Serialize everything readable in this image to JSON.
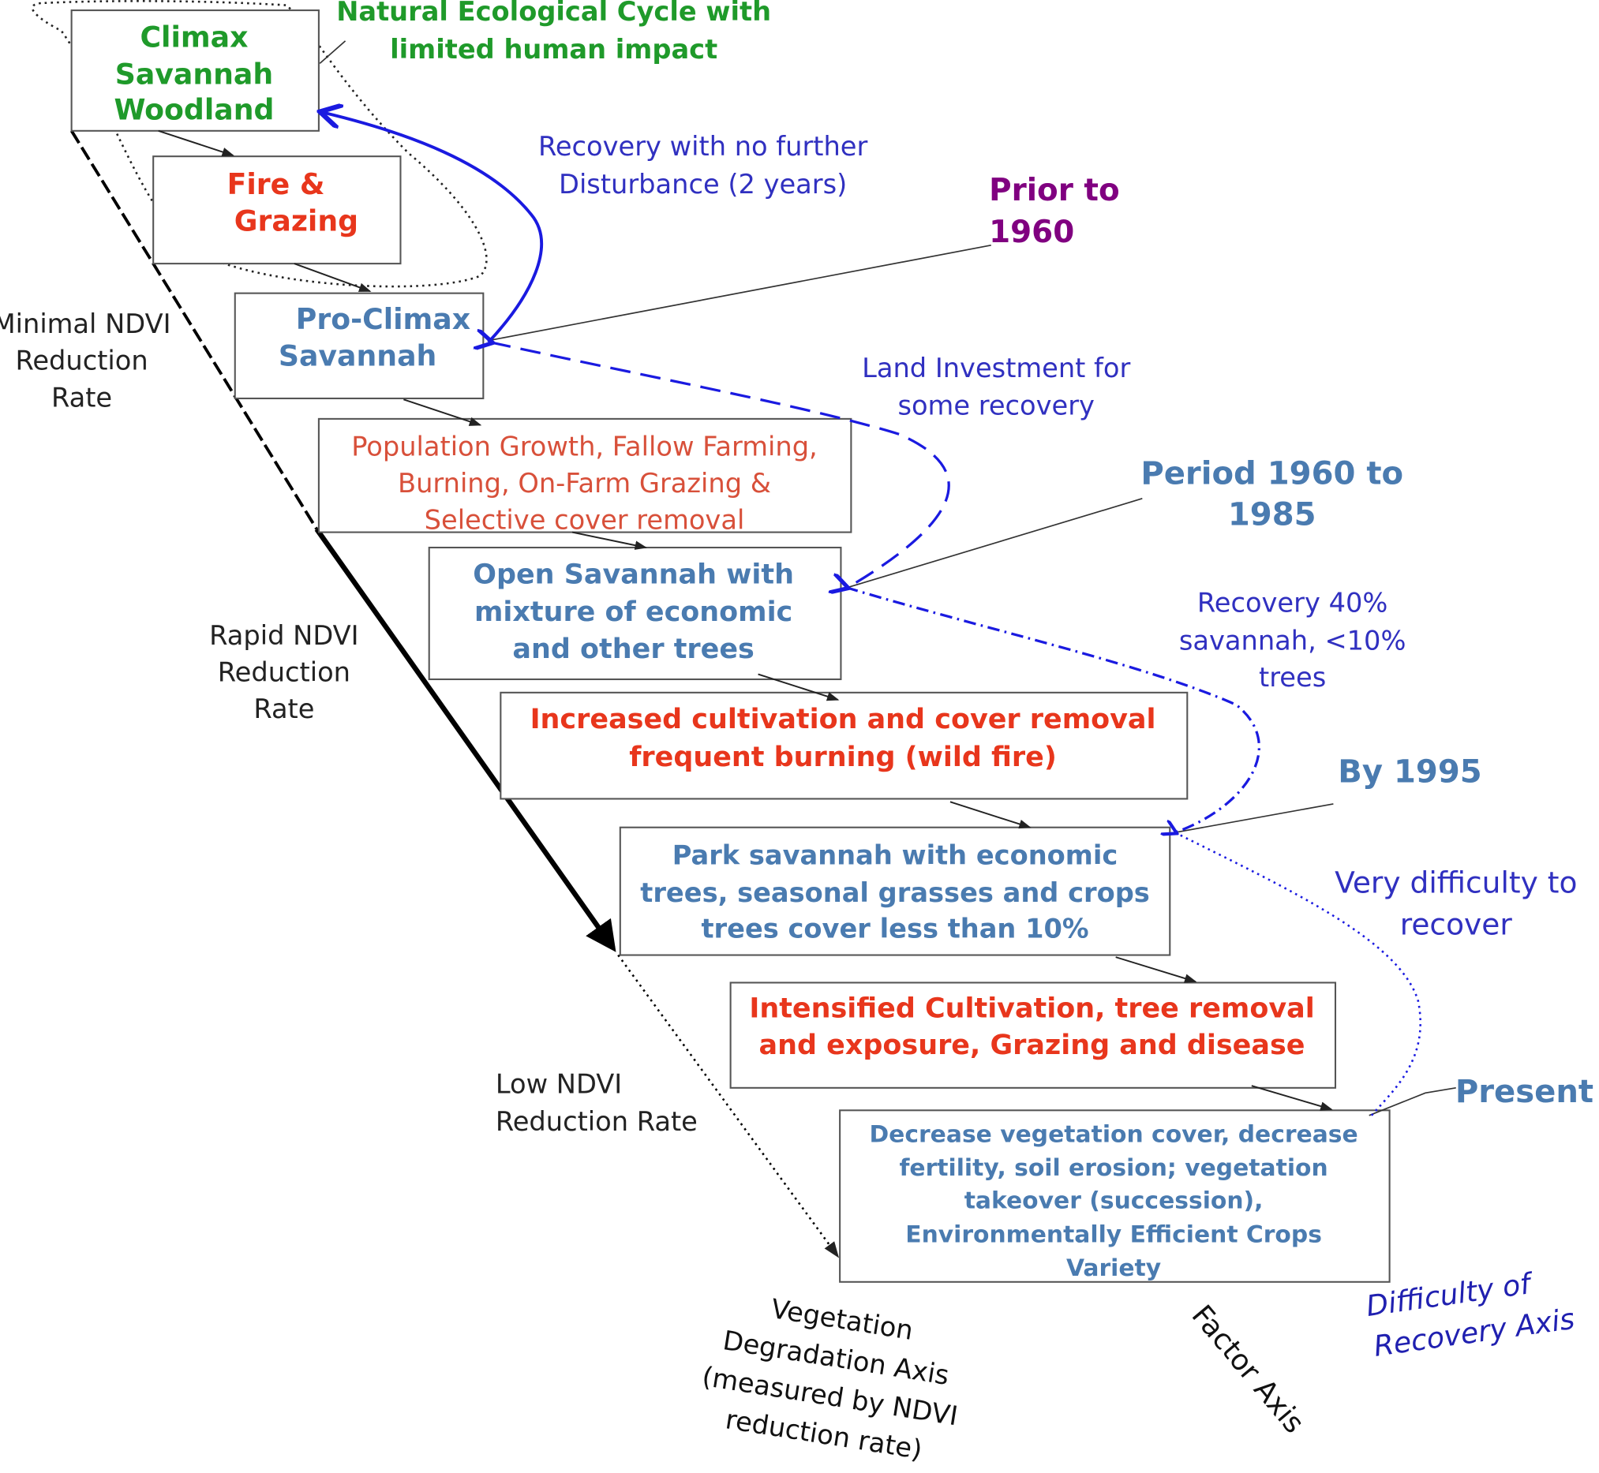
{
  "colors": {
    "green": "#1f9a2a",
    "red": "#e8361c",
    "orange_red": "#d8503a",
    "steel_blue": "#4a7bb0",
    "blue": "#3030c0",
    "purple": "#800080",
    "arrow_blue": "#1a1ae0"
  },
  "stages": [
    {
      "lines": [
        "Climax",
        "Savannah",
        "Woodland"
      ],
      "color": "green"
    },
    {
      "lines": [
        "Fire &",
        "Grazing"
      ],
      "color": "red"
    },
    {
      "lines": [
        "Pro-Climax",
        "Savannah"
      ],
      "color": "steel_blue"
    },
    {
      "lines": [
        "Population Growth, Fallow Farming,",
        "Burning, On-Farm Grazing &",
        "Selective cover removal"
      ],
      "color": "orange_red"
    },
    {
      "lines": [
        "Open Savannah with",
        "mixture of economic",
        "and other trees"
      ],
      "color": "steel_blue"
    },
    {
      "lines": [
        "Increased cultivation and cover removal",
        "frequent burning (wild fire)"
      ],
      "color": "red"
    },
    {
      "lines": [
        "Park savannah with economic",
        "trees, seasonal grasses and crops",
        "trees cover less than 10%"
      ],
      "color": "steel_blue"
    },
    {
      "lines": [
        "Intensified Cultivation, tree removal",
        "and exposure, Grazing and disease"
      ],
      "color": "red"
    },
    {
      "lines": [
        "Decrease vegetation cover, decrease",
        "fertility, soil erosion; vegetation",
        "takeover (succession),",
        "Environmentally  Efficient Crops",
        "Variety"
      ],
      "color": "steel_blue"
    }
  ],
  "labels": {
    "natural_cycle": [
      "Natural Ecological Cycle with",
      "limited human impact"
    ],
    "recovery_no_disturbance": [
      "Recovery with no further",
      "Disturbance (2 years)"
    ],
    "prior_1960": [
      "Prior to",
      "1960"
    ],
    "land_investment": [
      "Land Investment for",
      "some recovery"
    ],
    "period_1960_1985": [
      "Period 1960 to",
      "1985"
    ],
    "recovery_40": [
      "Recovery 40%",
      "savannah, <10%",
      "trees"
    ],
    "by_1995": "By 1995",
    "very_difficult": [
      "Very difficulty to",
      "recover"
    ],
    "present": "Present",
    "minimal_ndvi": [
      "Minimal NDVI",
      "Reduction",
      "Rate"
    ],
    "rapid_ndvi": [
      "Rapid NDVI",
      "Reduction",
      "Rate"
    ],
    "low_ndvi": [
      "Low NDVI",
      "Reduction Rate"
    ],
    "vegetation_axis": [
      "Vegetation",
      "Degradation Axis",
      "(measured by NDVI",
      "reduction rate)"
    ],
    "factor_axis": "Factor Axis",
    "recovery_axis": [
      "Difficulty of",
      "Recovery Axis"
    ]
  }
}
